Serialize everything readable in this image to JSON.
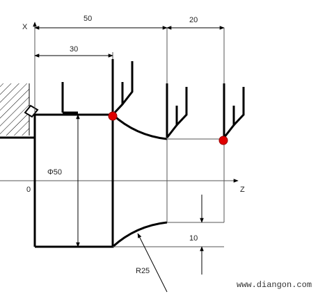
{
  "labels": {
    "dim_50": "50",
    "dim_30": "30",
    "dim_20": "20",
    "dim_10": "10",
    "diameter": "Φ50",
    "origin": "0",
    "axis_x": "X",
    "axis_z": "Z",
    "radius": "R25"
  },
  "watermark": "www.diangon.com",
  "colors": {
    "line": "#000000",
    "thin_line": "#555555",
    "marker": "#e00000"
  }
}
